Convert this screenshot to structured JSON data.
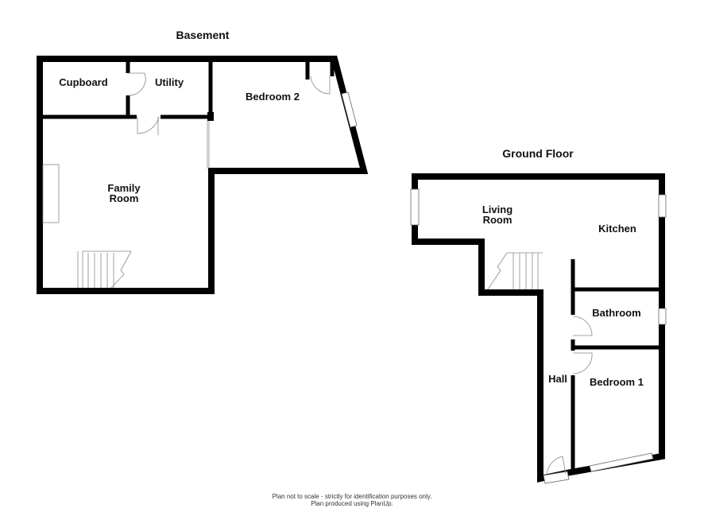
{
  "floors": [
    {
      "title": "Basement",
      "rooms": [
        "Cupboard",
        "Utility",
        "Bedroom 2",
        "Family",
        "Room"
      ]
    },
    {
      "title": "Ground Floor",
      "rooms": [
        "Living",
        "Room",
        "Kitchen",
        "Bathroom",
        "Hall",
        "Bedroom 1"
      ]
    }
  ],
  "footer": {
    "line1": "Plan not to scale - strictly for identification purposes only.",
    "line2": "Plan produced using PlanUp."
  }
}
